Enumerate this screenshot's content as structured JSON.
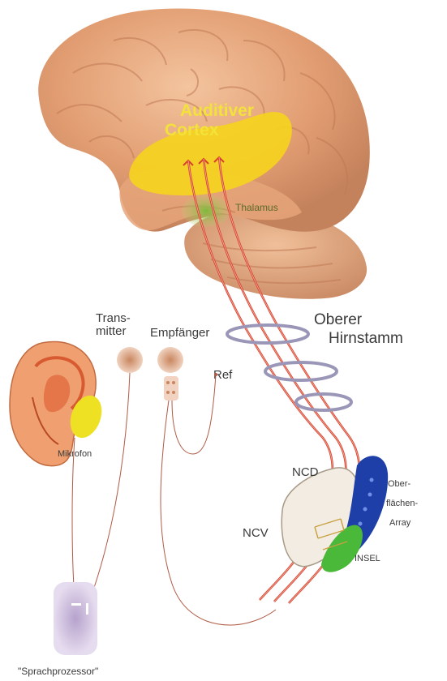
{
  "labels": {
    "auditory_cortex_line1": "Auditiver",
    "auditory_cortex_line2": "Cortex",
    "thalamus": "Thalamus",
    "transmitter_line1": "Trans-",
    "transmitter_line2": "mitter",
    "receiver": "Empfänger",
    "ref": "Ref",
    "upper_brainstem_line1": "Oberer",
    "upper_brainstem_line2": "Hirnstamm",
    "microphone": "Mikrofon",
    "ncd": "NCD",
    "ncv": "NCV",
    "surface_array_line1": "Ober-",
    "surface_array_line2": "flächen-",
    "surface_array_line3": "Array",
    "insel": "INSEL",
    "speech_processor": "\"Sprachprozessor\""
  },
  "colors": {
    "brain": "#e8a77e",
    "brain_shadow": "#c98660",
    "cortex": "#f5d21e",
    "thalamus": "#7fb83a",
    "pathway": "#d8402c",
    "rings": "#9a96b8",
    "ear": "#f0a070",
    "ear_inner": "#d85a30",
    "microphone": "#eee022",
    "blue_array": "#1f3fa8",
    "green_insel": "#4ab838",
    "nucleus": "#f2ece2",
    "processor": "#c8b8d8",
    "wire": "#b05a44"
  }
}
